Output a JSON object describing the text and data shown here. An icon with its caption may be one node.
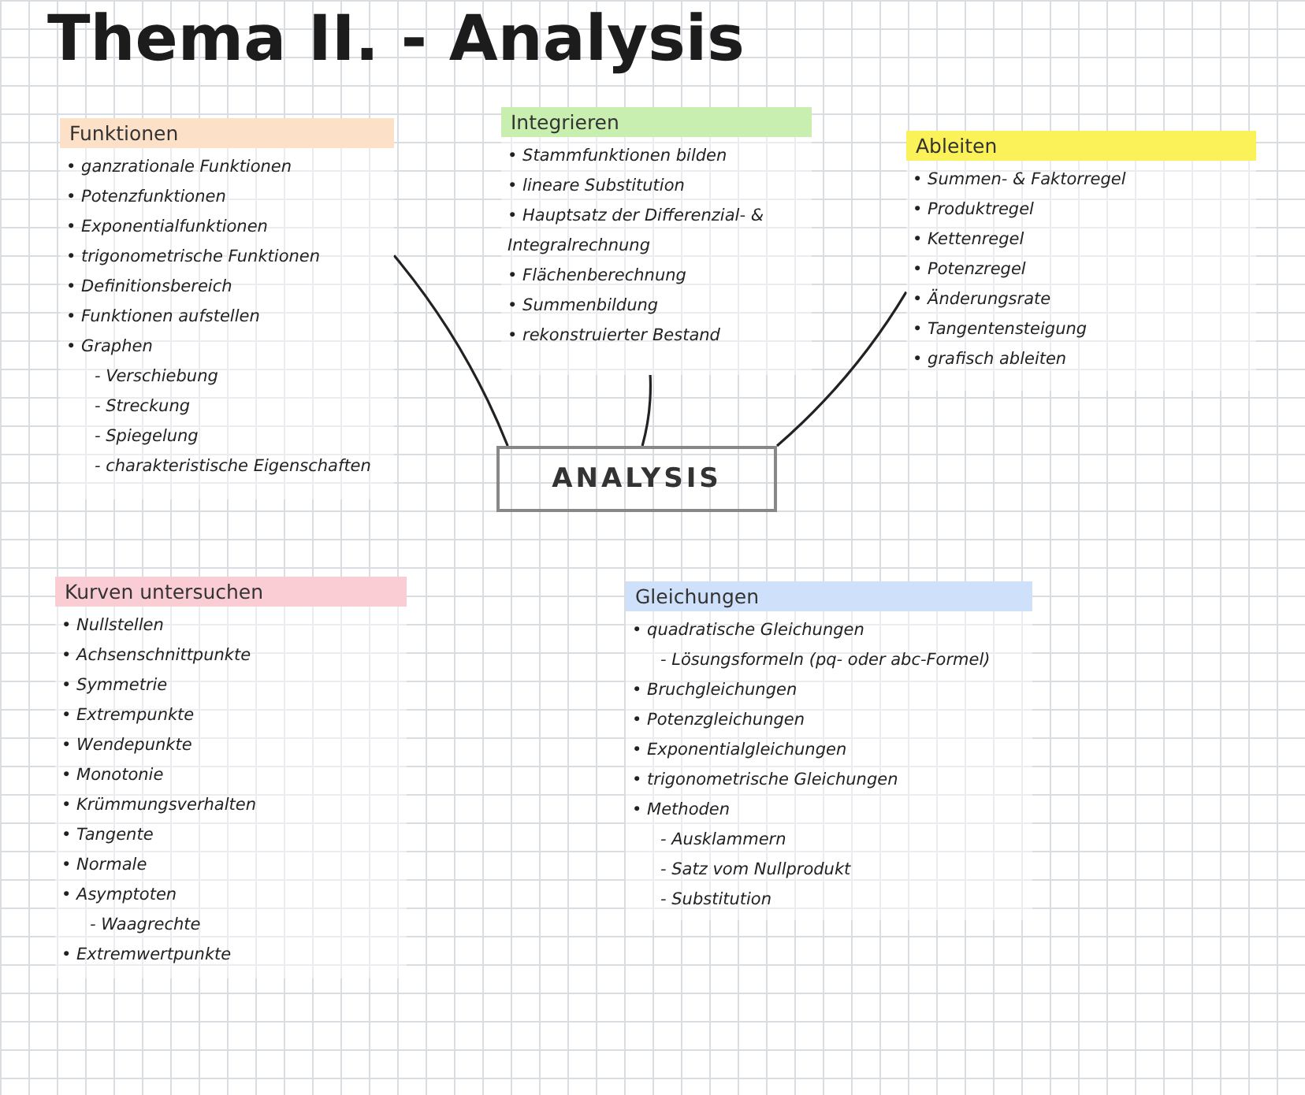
{
  "diagram": {
    "title": "Thema II. - Analysis",
    "nodes": [
      {
        "text": [
          "Funktionen",
          "• ganzrationale Funktionen",
          "• Potenzfunktionen",
          "• Exponentialfunktionen",
          "• trigonometrische Funktionen",
          "• Definitionsbereich",
          "• Funktionen aufstellen",
          "• Graphen",
          "- Verschiebung",
          "- Streckung",
          "- Spiegelung",
          "- charakteristische Eigenschaften"
        ]
      },
      {
        "text": [
          "Integrieren",
          "• Stammfunktionen bilden",
          "• lineare Substitution",
          "• Hauptsatz der Differenzial- & Integralrechnung",
          "• Flächenberechnung",
          "• Summenbildung",
          "• rekonstruierter Bestand"
        ]
      },
      {
        "text": [
          "Ableiten",
          "• Summen- & Faktorregel",
          "• Produktregel",
          "• Kettenregel",
          "• Potenzregel",
          "• Änderungsrate",
          "• Tangentensteigung",
          "• grafisch ableiten"
        ]
      },
      {
        "text": [
          "ANALYSIS"
        ]
      },
      {
        "text": [
          "Kurven untersuchen",
          "• Nullstellen",
          "• Achsenschnittpunkte",
          "• Symmetrie",
          "• Extrempunkte",
          "• Wendepunkte",
          "• Monotonie",
          "• Krümmungsverhalten",
          "• Tangente",
          "• Normale",
          "• Asymptoten",
          "- Waagrechte",
          "• Extremwertpunkte"
        ]
      },
      {
        "text": [
          "Gleichungen",
          "• quadratische Gleichungen",
          "- Lösungsformeln (pq- oder abc-Formel)",
          "• Bruchgleichungen",
          "• Potenzgleichungen",
          "• Exponentialgleichungen",
          "• trigonometrische Gleichungen",
          "• Methoden",
          "- Ausklammern",
          "- Satz vom Nullprodukt",
          "- Substitution"
        ]
      }
    ],
    "edges": [
      {
        "from": 0,
        "to": 3,
        "arrow": "none"
      },
      {
        "from": 1,
        "to": 3,
        "arrow": "none"
      },
      {
        "from": 2,
        "to": 3,
        "arrow": "none"
      }
    ]
  }
}
